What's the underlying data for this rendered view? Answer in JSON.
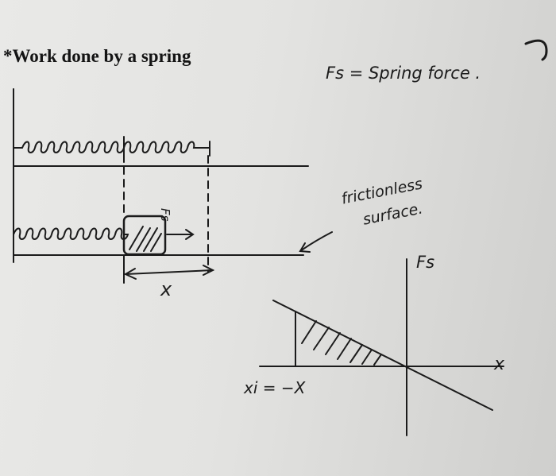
{
  "heading": "*Work done by a spring",
  "annotations": {
    "spring_force_def": "Fs = Spring force .",
    "fs_arrow_label": "Fs",
    "frictionless_line1": "frictionless",
    "frictionless_line2": "surface.",
    "displacement_label": "x",
    "fs_axis_label": "Fs",
    "x_axis_label": "x",
    "xi_label": "xi = −X"
  },
  "colors": {
    "ink": "#1b1b1b",
    "paper": "#e6e6e4"
  },
  "icons": {
    "spring_top": "coiled-spring-icon",
    "spring_bottom": "coiled-spring-icon",
    "block": "hatched-block-icon",
    "corner_mark": "hook-mark-icon"
  }
}
